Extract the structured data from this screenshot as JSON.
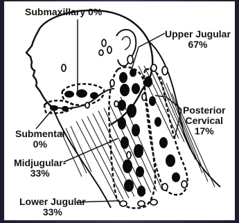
{
  "colors": {
    "background": "#24243a",
    "panel": "#ffffff",
    "ink": "#111111"
  },
  "labels": {
    "submaxillary": {
      "name": "Submaxillary",
      "pct": "0%"
    },
    "upper_jugular": {
      "name": "Upper Jugular",
      "pct": "67%"
    },
    "posterior_cervical": {
      "line1": "Posterior",
      "line2": "Cervical",
      "pct": "17%"
    },
    "submental": {
      "name": "Submental",
      "pct": "0%"
    },
    "midjugular": {
      "name": "Midjugular-",
      "pct": "33%"
    },
    "lower_jugular": {
      "name": "Lower Jugular",
      "pct": "33%"
    }
  }
}
